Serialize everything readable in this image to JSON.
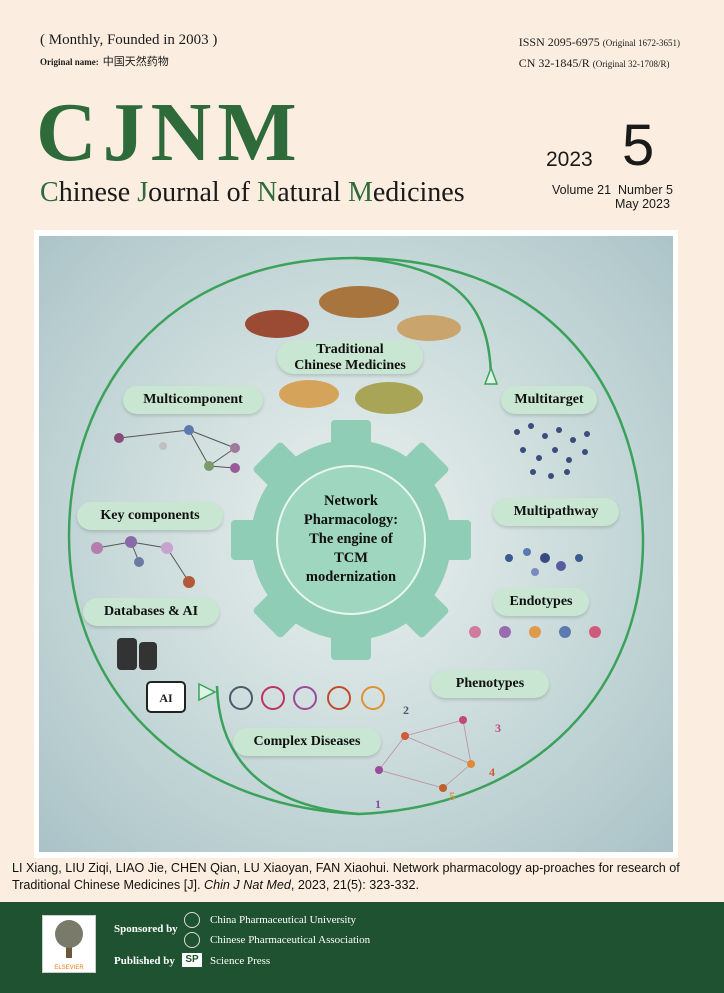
{
  "header": {
    "frequency": "( Monthly, Founded in 2003 )",
    "original_name_label": "Original name:",
    "original_name_value": "中国天然药物",
    "issn": "ISSN  2095-6975",
    "issn_original": "(Original 1672-3651)",
    "cn": "CN  32-1845/R",
    "cn_original": "(Original 32-1708/R)",
    "logo": "CJNM",
    "journal_name_parts": [
      "C",
      "hinese ",
      "J",
      "ournal of ",
      "N",
      "atural ",
      "M",
      "edicines"
    ],
    "year": "2023",
    "issue_number": "5",
    "volume": "Volume 21",
    "number": "Number 5",
    "date": "May  2023"
  },
  "cover": {
    "center_title": [
      "Network",
      "Pharmacology:",
      "The engine of",
      "TCM",
      "modernization"
    ],
    "labels": {
      "tcm": [
        "Traditional",
        "Chinese Medicines"
      ],
      "multicomponent": "Multicomponent",
      "multitarget": "Multitarget",
      "key_components": "Key components",
      "multipathway": "Multipathway",
      "databases_ai": "Databases & AI",
      "endotypes": "Endotypes",
      "phenotypes": "Phenotypes",
      "complex_diseases": "Complex Diseases",
      "ai_badge": "AI"
    },
    "cluster_numbers": [
      "1",
      "2",
      "3",
      "4",
      "5"
    ]
  },
  "citation": {
    "authors": "LI Xiang, LIU Ziqi, LIAO Jie, CHEN Qian, LU Xiaoyan, FAN Xiaohui. Network pharmacology ap-proaches for research of Traditional Chinese Medicines [J]. ",
    "journal_abbrev": "Chin J Nat Med",
    "details": ", 2023, 21(5): 323-332."
  },
  "footer": {
    "sponsored_label": "Sponsored by",
    "sponsor_1": "China Pharmaceutical University",
    "sponsor_2": "Chinese Pharmaceutical Association",
    "published_label": "Published by",
    "publisher": "Science Press",
    "publisher_logo_text": "SP",
    "elsevier": "ELSEVIER"
  },
  "colors": {
    "brand_green": "#2f6b3a",
    "footer_green": "#1f5230",
    "pill_green": "#c8e6d2",
    "gear": "#8fcdb6",
    "background": "#fbeee0"
  }
}
